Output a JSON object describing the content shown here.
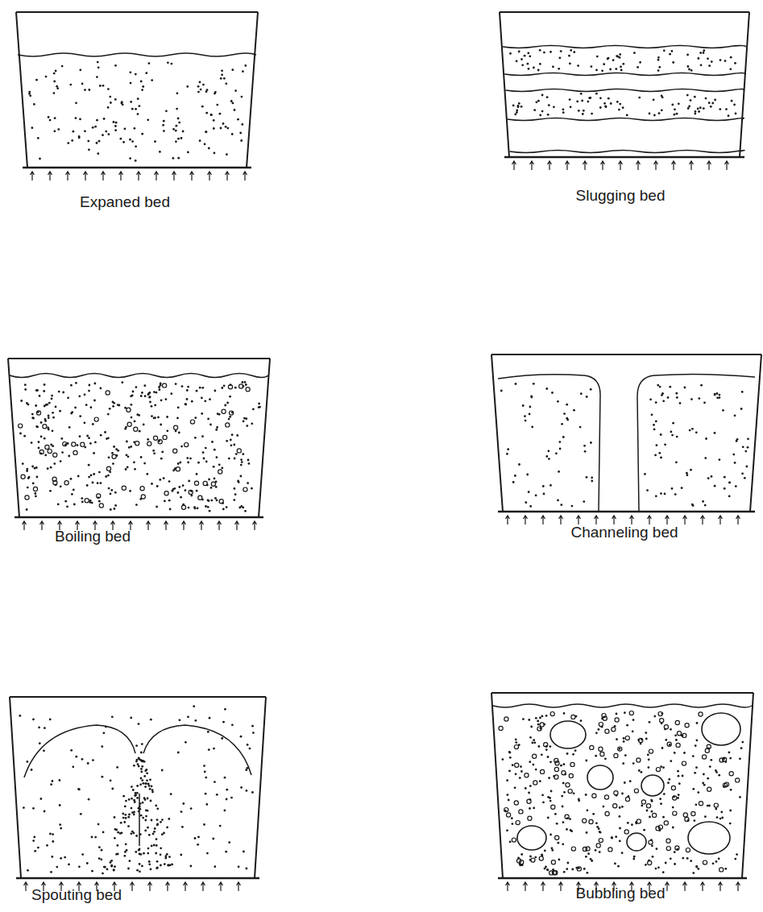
{
  "diagram": {
    "labels": [
      "Expaned bed",
      "Slugging bed",
      "Boiling bed",
      "Channeling bed",
      "Spouting bed",
      "Bubbling bed"
    ]
  }
}
